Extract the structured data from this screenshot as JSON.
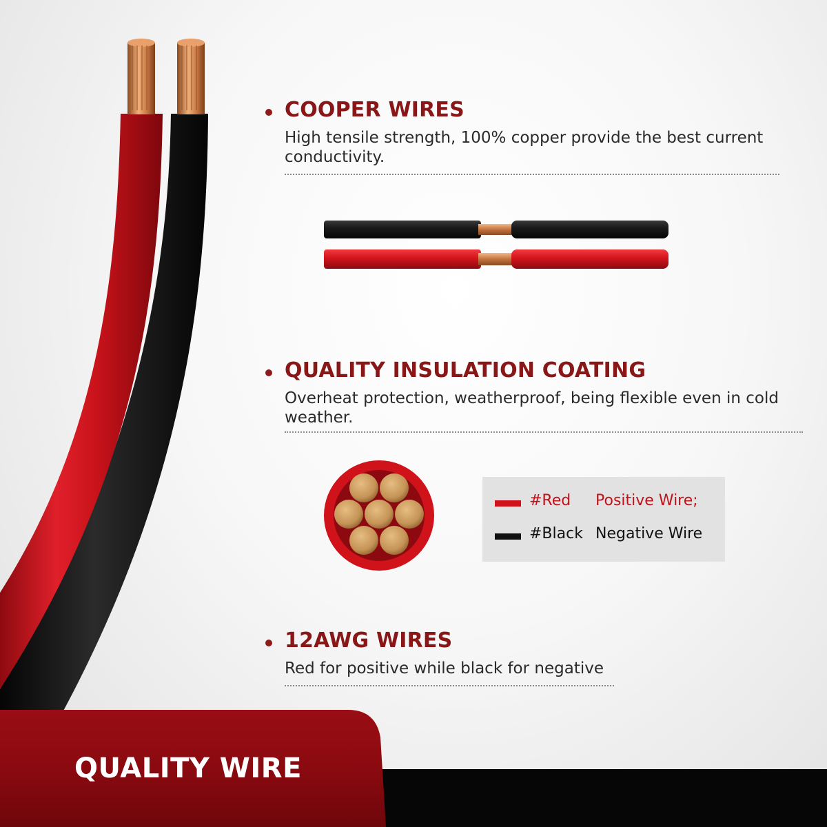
{
  "features": [
    {
      "title": "COOPER WIRES",
      "description_lines": [
        "High tensile strength, 100% copper provide the best current",
        "conductivity."
      ]
    },
    {
      "title": "QUALITY INSULATION COATING",
      "description_lines": [
        "Overheat protection, weatherproof, being flexible even in cold",
        "weather."
      ]
    },
    {
      "title": "12AWG WIRES",
      "description_lines": [
        "Red for positive while black for negative"
      ]
    }
  ],
  "legend": {
    "red": {
      "tag": "#Red",
      "meaning": "Positive Wire;"
    },
    "black": {
      "tag": "#Black",
      "meaning": "Negative Wire"
    }
  },
  "banner": {
    "label": "QUALITY WIRE"
  },
  "colors": {
    "accent_red": "#8a1717",
    "wire_red": "#d0121b",
    "wire_black": "#141414",
    "copper": "#c97a45",
    "banner_black": "#060606",
    "legend_bg": "#e2e2e2"
  },
  "icons": [
    "bullet-dot",
    "copper-strand",
    "wire-cross-section"
  ]
}
